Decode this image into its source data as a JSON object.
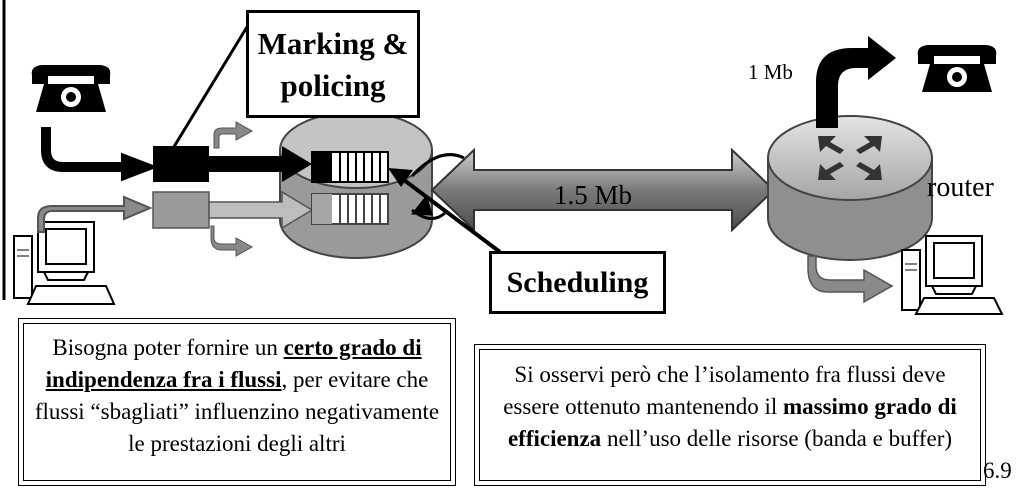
{
  "labels": {
    "marking": "Marking & policing",
    "scheduling": "Scheduling",
    "link_speed": "1.5 Mb",
    "output_rate": "1 Mb",
    "router": "router",
    "page_number": "6.9"
  },
  "note_left": {
    "t1": "Bisogna poter fornire un ",
    "b1": "certo grado di indipendenza fra i flussi",
    "t2": ", per evitare che flussi “sbagliati” influenzino negativamente le prestazioni degli altri"
  },
  "note_right": {
    "t1": "Si osservi però che l’isolamento fra flussi deve essere ottenuto mantenendo il ",
    "b1": "massimo grado di efficienza",
    "t2": " nell’uso delle risorse (banda e buffer)"
  }
}
